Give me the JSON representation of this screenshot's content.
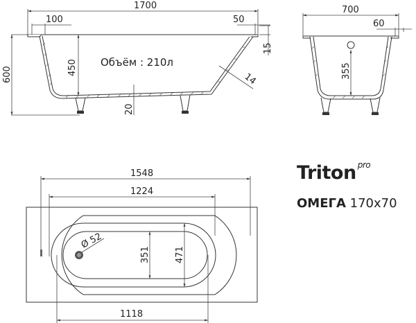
{
  "side_view": {
    "overall_length": "1700",
    "left_rim": "100",
    "right_rim": "50",
    "rim_thickness": "15",
    "height": "600",
    "inner_depth": "450",
    "wall_thickness": "14",
    "bottom_thickness": "20",
    "volume_label": "Объём : 210л"
  },
  "end_view": {
    "overall_width": "700",
    "rim_width": "60",
    "overflow_height": "355"
  },
  "top_view": {
    "outer_length": "1548",
    "inner_length_top": "1224",
    "inner_length_bottom": "1118",
    "inner_width": "351",
    "outer_width": "471",
    "drain_diameter": "Ø 52"
  },
  "brand": {
    "name": "Triton",
    "superscript": "pro",
    "model_name": "ОМЕГА",
    "model_size": "170x70"
  }
}
